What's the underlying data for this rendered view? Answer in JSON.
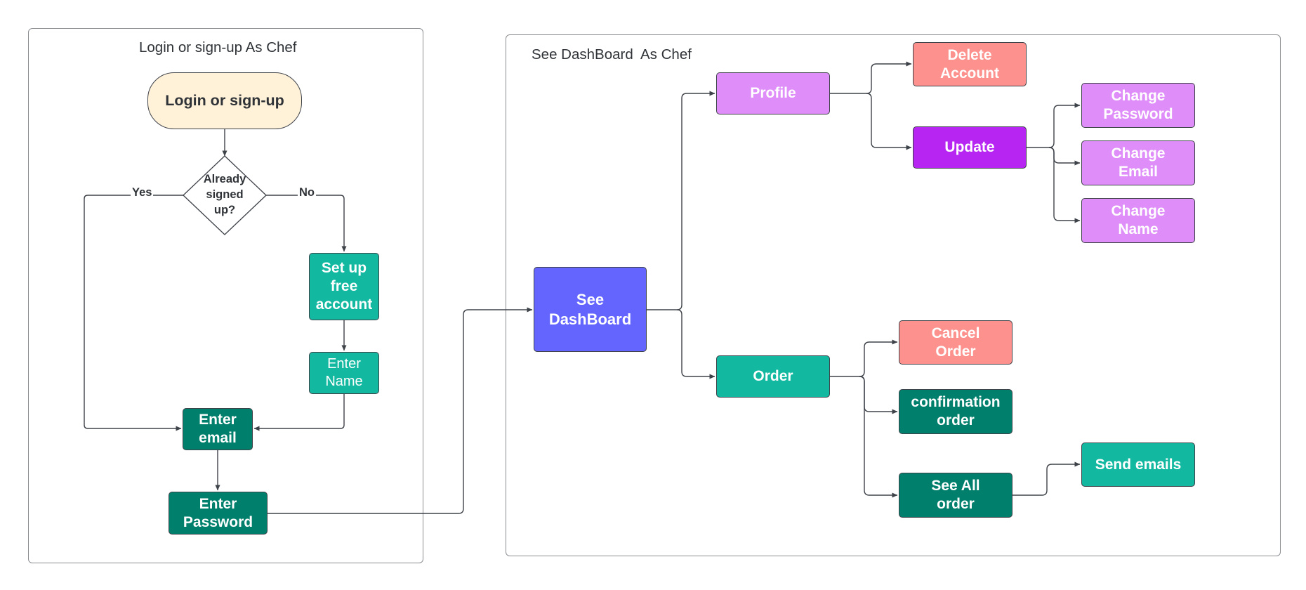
{
  "colors": {
    "terminal": "#fff2d9",
    "teal": "#12b8a0",
    "dark_teal": "#00806c",
    "indigo": "#6464ff",
    "lavender": "#df8ef9",
    "purple": "#b625f1",
    "salmon": "#fc918d",
    "line": "#3e4249"
  },
  "left_frame": {
    "title": "Login or sign-up As Chef",
    "start": "Login or sign-up",
    "decision": "Already\nsigned\nup?",
    "yes_label": "Yes",
    "no_label": "No",
    "setup": "Set up\nfree\naccount",
    "enter_name": "Enter\nName",
    "enter_email": "Enter\nemail",
    "enter_password": "Enter\nPassword"
  },
  "right_frame": {
    "title": "See DashBoard  As Chef",
    "dashboard": "See\nDashBoard",
    "profile": "Profile",
    "delete_account": "Delete\nAccount",
    "update": "Update",
    "change_password": "Change\nPassword",
    "change_email": "Change\nEmail",
    "change_name": "Change\nName",
    "order": "Order",
    "cancel_order": "Cancel\nOrder",
    "confirmation_order": "confirmation\norder",
    "see_all_order": "See All\norder",
    "send_emails": "Send emails"
  }
}
